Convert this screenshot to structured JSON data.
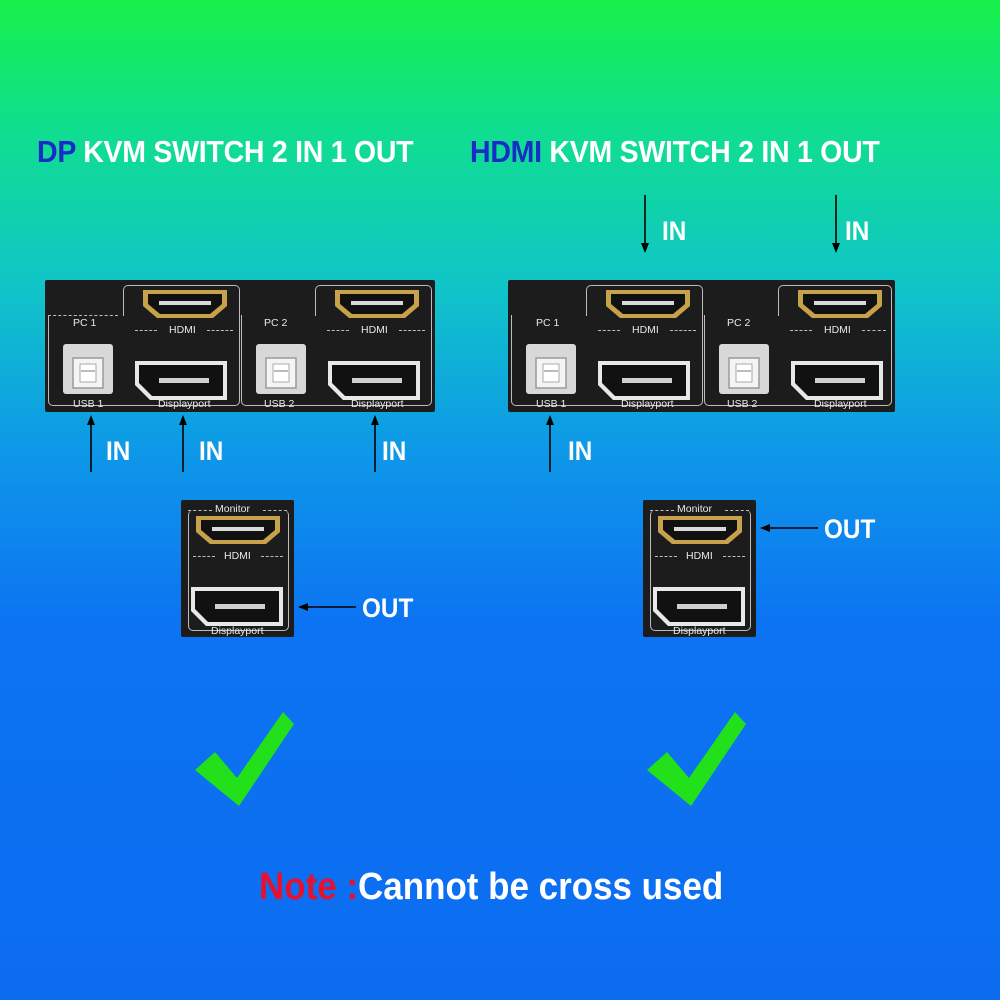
{
  "titles": {
    "left": {
      "highlight": "DP",
      "rest": " KVM SWITCH 2 IN 1 OUT",
      "highlight_color": "#1a2cc8"
    },
    "right": {
      "highlight": "HDMI",
      "rest": " KVM SWITCH 2 IN 1 OUT",
      "highlight_color": "#1a2cc8"
    }
  },
  "panel_labels": {
    "pc1": "PC 1",
    "pc2": "PC 2",
    "hdmi": "HDMI",
    "usb1": "USB 1",
    "usb2": "USB 2",
    "displayport": "Displayport",
    "monitor": "Monitor"
  },
  "arrows": {
    "in": "IN",
    "out": "OUT"
  },
  "note": {
    "prefix": "Note :",
    "text": "Cannot be cross used",
    "prefix_color": "#e8102c"
  },
  "icons": [
    "hdmi-port-icon",
    "displayport-port-icon",
    "usb-b-port-icon",
    "checkmark-icon",
    "arrow-icon"
  ],
  "colors": {
    "check": "#22e01a",
    "panel": "#1c1c1c",
    "port_gold": "#c8a24a"
  }
}
